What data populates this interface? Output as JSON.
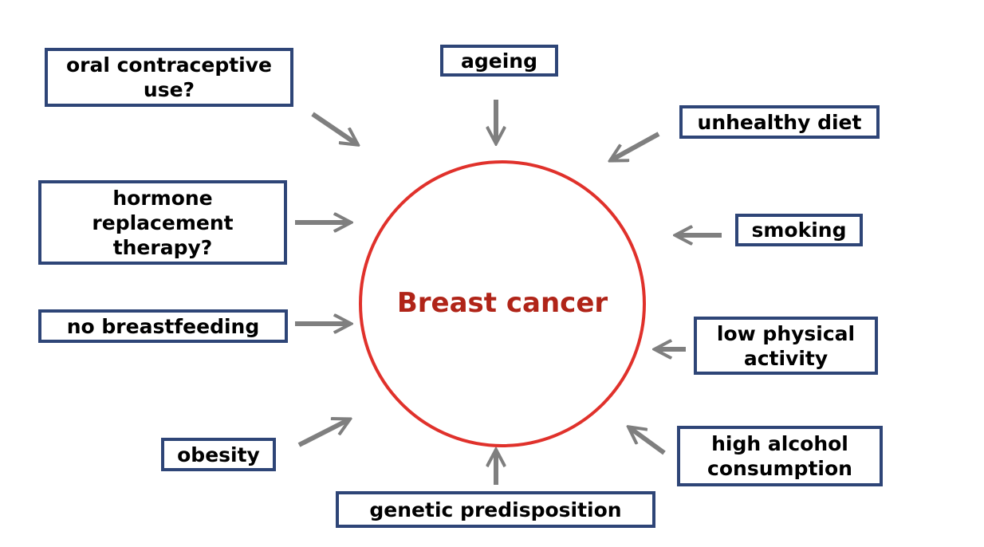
{
  "center": {
    "label": "Breast cancer",
    "circle_color": "#e0312b",
    "text_color": "#b02418"
  },
  "box_border_color": "#2e4577",
  "arrow_color": "#7f7f7f",
  "factors": [
    {
      "id": "oral-contraceptive",
      "label": "oral contraceptive use?"
    },
    {
      "id": "ageing",
      "label": "ageing"
    },
    {
      "id": "unhealthy-diet",
      "label": "unhealthy diet"
    },
    {
      "id": "hormone-replacement",
      "label": "hormone replacement therapy?"
    },
    {
      "id": "smoking",
      "label": "smoking"
    },
    {
      "id": "no-breastfeeding",
      "label": "no breastfeeding"
    },
    {
      "id": "low-physical-activity",
      "label": "low physical activity"
    },
    {
      "id": "obesity",
      "label": "obesity"
    },
    {
      "id": "high-alcohol",
      "label": "high alcohol consumption"
    },
    {
      "id": "genetic-predisposition",
      "label": "genetic predisposition"
    }
  ]
}
